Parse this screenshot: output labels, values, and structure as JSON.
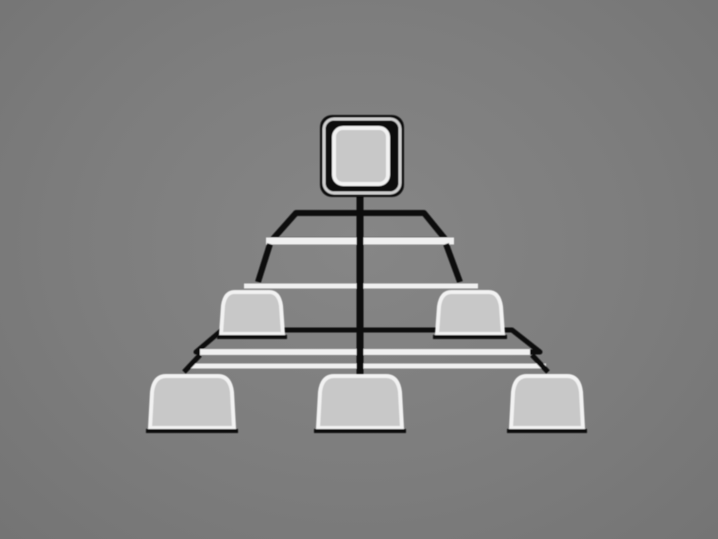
{
  "colors": {
    "background": "#7c7c7c",
    "node_fill": "#c8c8c8",
    "node_outline": "#f2f2f2",
    "monitor_frame": "#111111",
    "connector_dark": "#111111",
    "connector_light": "#f0f0f0"
  },
  "diagram": {
    "root": {
      "name": "monitor",
      "icon": "monitor-icon"
    },
    "tiers": [
      {
        "name": "tier-1",
        "nodes": [
          {
            "name": "node-left",
            "icon": "terminal-dome-icon"
          },
          {
            "name": "node-right",
            "icon": "terminal-dome-icon"
          }
        ]
      },
      {
        "name": "tier-2",
        "nodes": [
          {
            "name": "node-left",
            "icon": "terminal-dome-icon"
          },
          {
            "name": "node-center",
            "icon": "terminal-dome-icon"
          },
          {
            "name": "node-right",
            "icon": "terminal-dome-icon"
          }
        ]
      }
    ]
  }
}
